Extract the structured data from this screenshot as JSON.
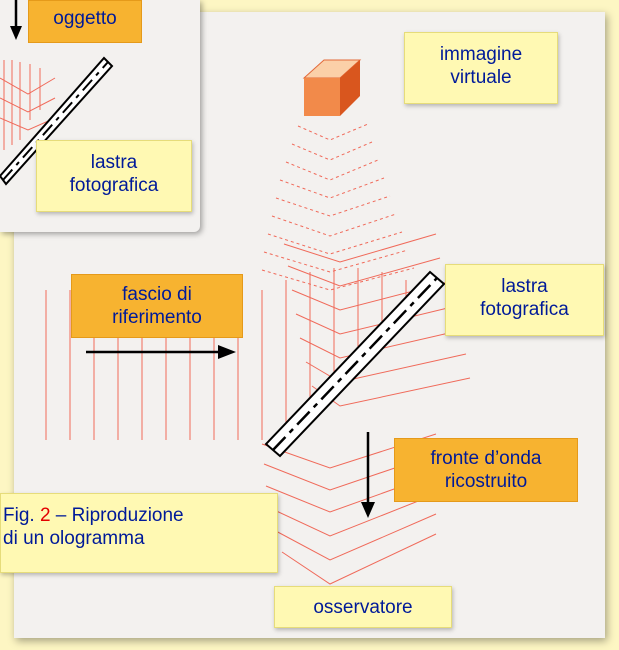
{
  "labels": {
    "oggetto": "oggetto",
    "lastra_top_1": "lastra",
    "lastra_top_2": "fotografica",
    "immagine_1": "immagine",
    "immagine_2": "virtuale",
    "fascio_1": "fascio di",
    "fascio_2": "riferimento",
    "lastra_1": "lastra",
    "lastra_2": "fotografica",
    "fronte_1": "fronte d’onda",
    "fronte_2": "ricostruito",
    "caption_prefix": "Fig. ",
    "caption_number": "2",
    "caption_rest": " – Riproduzione",
    "caption_line2": "di un ologramma",
    "osservatore": "osservatore"
  },
  "colors": {
    "background": "#fdf6c3",
    "panel": "#f3f1ef",
    "wave": "#f06a5a",
    "label_text": "#001a99",
    "orange_label": "#f7b330",
    "yellow_label": "#fff9b3",
    "cube_front": "#f28a4a"
  }
}
